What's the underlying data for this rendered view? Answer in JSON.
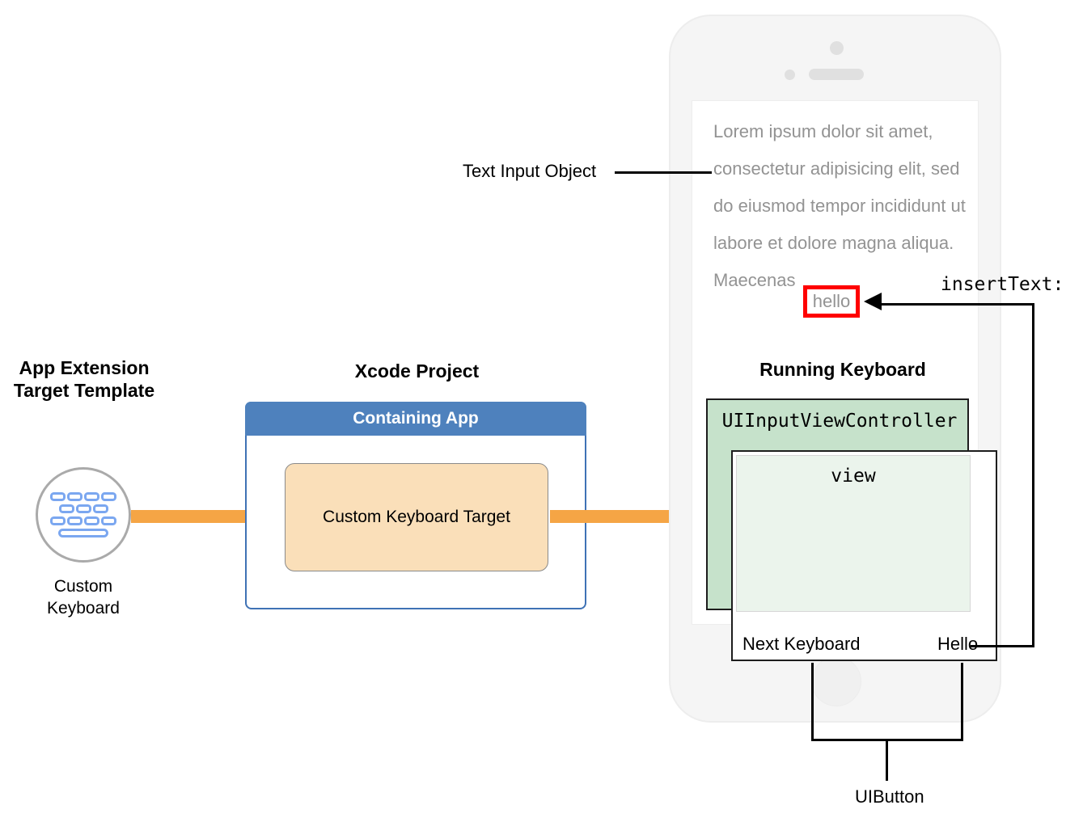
{
  "columns": {
    "app_extension": {
      "title": "App Extension\nTarget Template",
      "icon": "keyboard-icon",
      "caption": "Custom\nKeyboard"
    },
    "xcode_project": {
      "title": "Xcode Project",
      "containing_app_label": "Containing App",
      "target_label": "Custom Keyboard Target"
    },
    "running_keyboard": {
      "title": "Running Keyboard",
      "controller_label": "UIInputViewController",
      "view_label": "view",
      "buttons": [
        {
          "name": "next-keyboard",
          "label": "Next Keyboard"
        },
        {
          "name": "hello",
          "label": "Hello"
        }
      ]
    }
  },
  "phone": {
    "screen_text": "Lorem ipsum dolor sit amet, consectetur adipisicing elit, sed do eiusmod tempor incididunt ut labore et dolore magna aliqua. Maecenas",
    "inserted_token": "hello"
  },
  "callouts": {
    "text_input_object": "Text Input Object",
    "insert_text": "insertText:",
    "uibutton": "UIButton"
  },
  "colors": {
    "arrow_orange": "#f5a545",
    "containing_app_header": "#4e81bd",
    "containing_app_border": "#3f72b5",
    "target_fill": "#fadfb9",
    "controller_fill": "#c6e2cb",
    "view_fill": "#ebf4ec",
    "highlight_red": "#ff0000",
    "placeholder_text": "#939393",
    "keyboard_key": "#7ba7f0"
  }
}
